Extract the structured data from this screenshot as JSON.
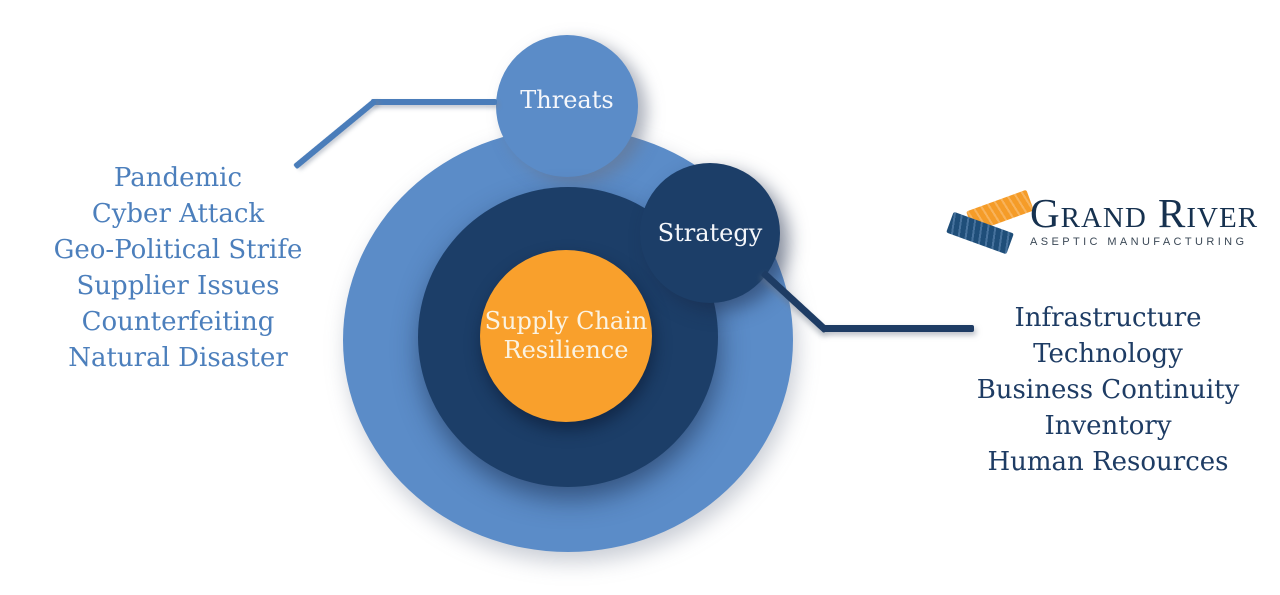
{
  "diagram": {
    "threats_circle_label": "Threats",
    "strategy_circle_label": "Strategy",
    "center_circle_label": "Supply Chain Resilience"
  },
  "threats": {
    "items": [
      "Pandemic",
      "Cyber Attack",
      "Geo-Political Strife",
      "Supplier Issues",
      "Counterfeiting",
      "Natural Disaster"
    ]
  },
  "strategies": {
    "items": [
      "Infrastructure",
      "Technology",
      "Business Continuity",
      "Inventory",
      "Human Resources"
    ]
  },
  "logo": {
    "company": "Grand River",
    "tagline": "ASEPTIC MANUFACTURING"
  },
  "colors": {
    "light_blue": "#5B8CC8",
    "dark_navy": "#1C3E68",
    "orange": "#F9A02C",
    "connector_blue": "#4A7DBA",
    "connector_navy": "#1E3C64",
    "threat_text_blue": "#4C7FBC",
    "strategy_text_navy": "#1E3C64",
    "logo_navy": "#16314F"
  }
}
